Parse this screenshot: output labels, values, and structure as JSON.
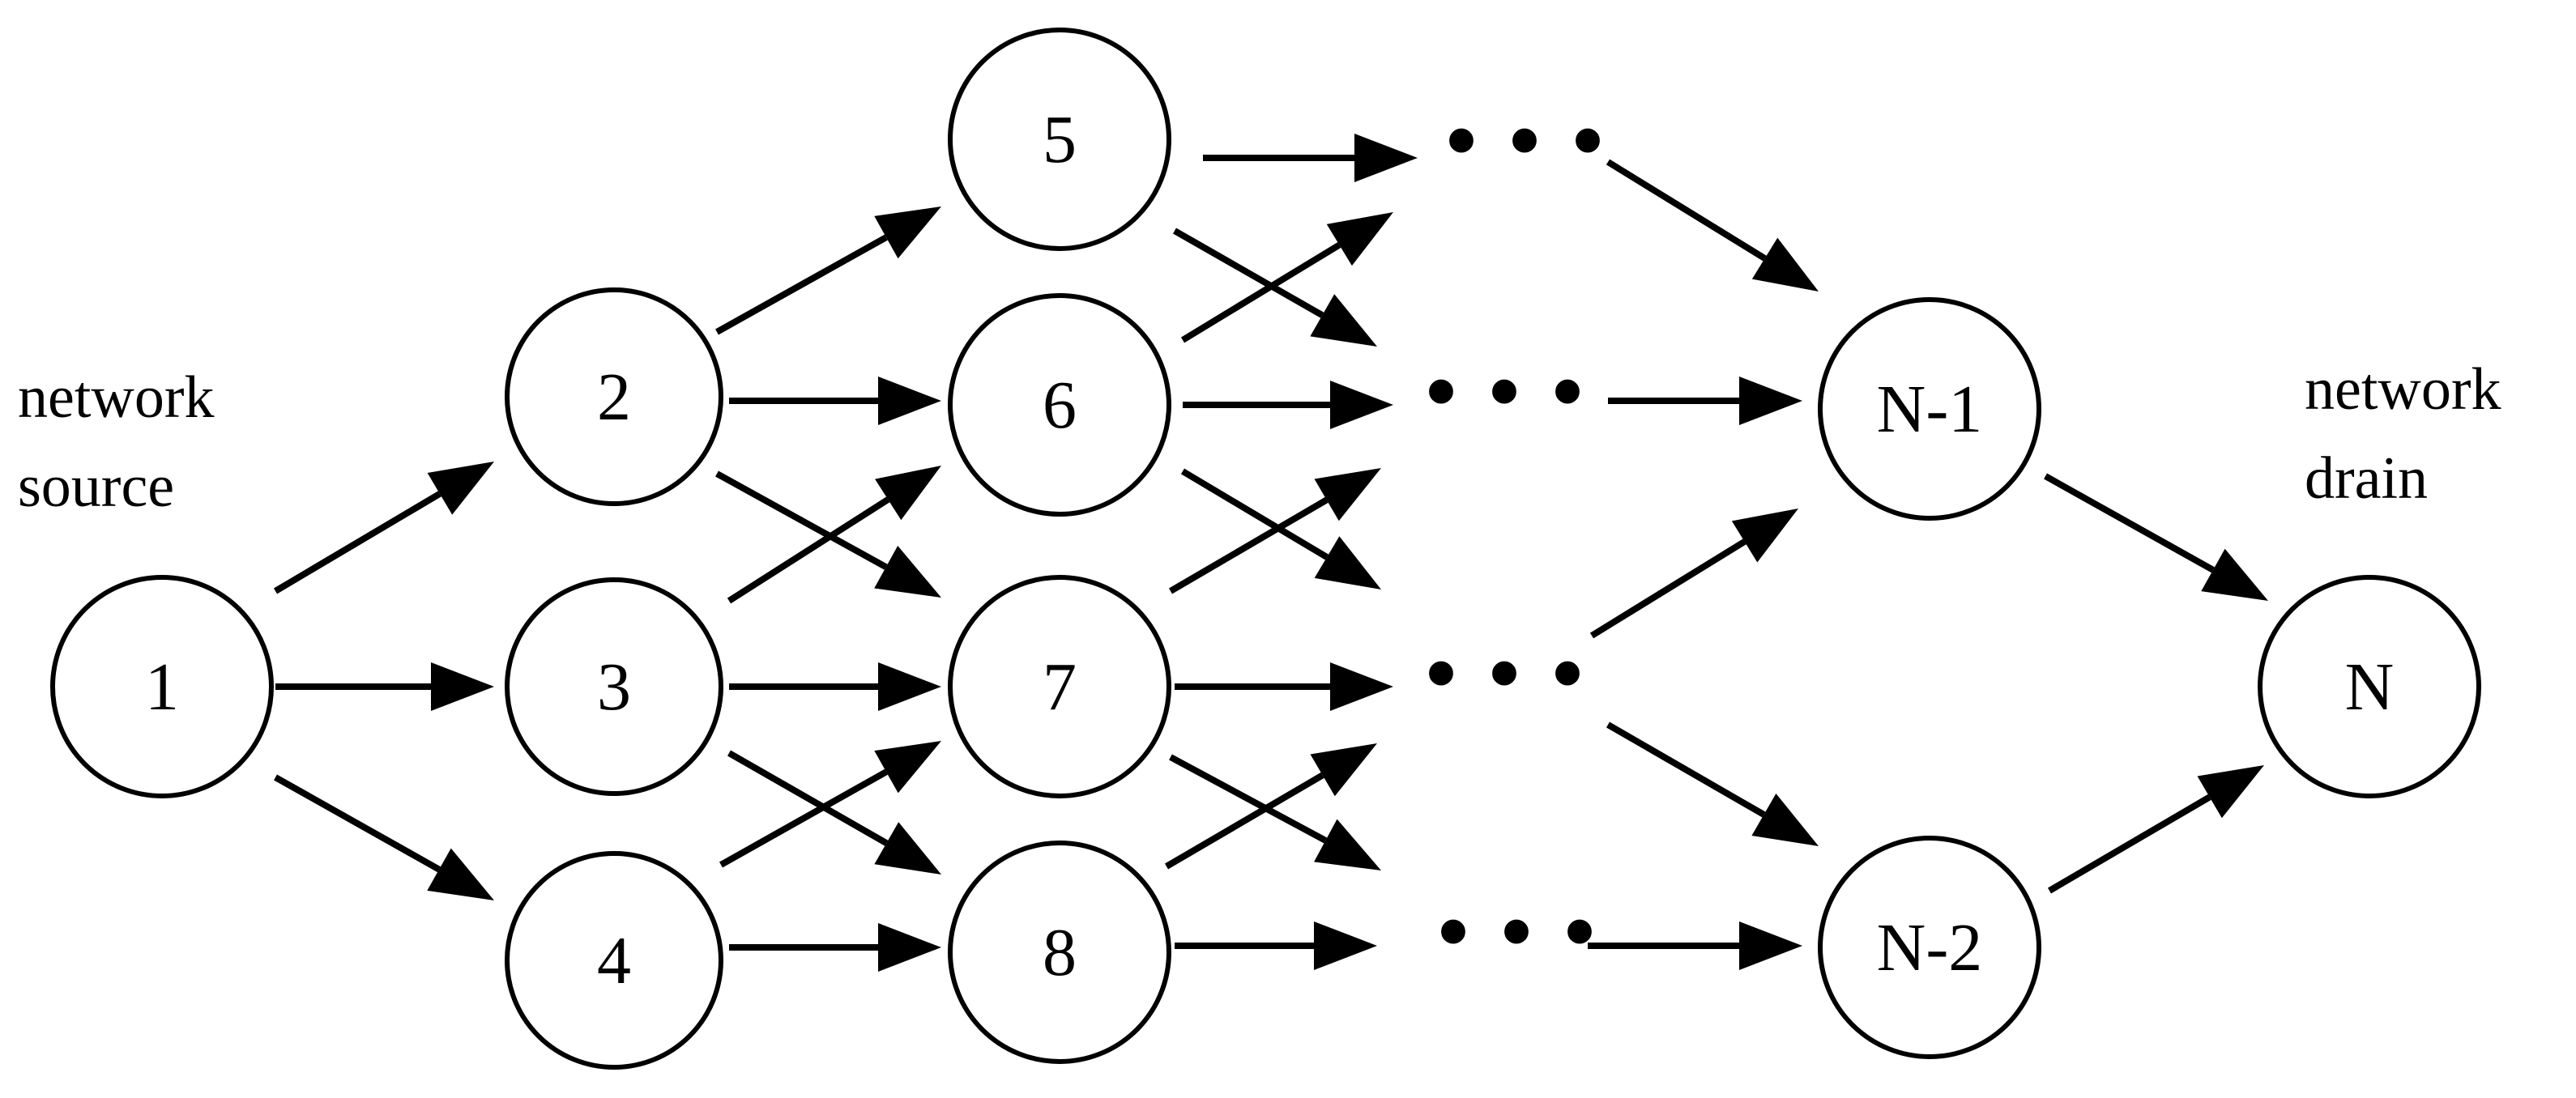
{
  "labels": {
    "source_line1": "network",
    "source_line2": "source",
    "drain_line1": "network",
    "drain_line2": "drain"
  },
  "nodes": {
    "n1": "1",
    "n2": "2",
    "n3": "3",
    "n4": "4",
    "n5": "5",
    "n6": "6",
    "n7": "7",
    "n8": "8",
    "nN1": "N-1",
    "nN2": "N-2",
    "nN": "N"
  },
  "ellipses": {
    "e1": "• • •",
    "e2": "• • •",
    "e3": "• • •",
    "e4": "• • •"
  },
  "colors": {
    "stroke": "#000000",
    "background": "#ffffff"
  }
}
